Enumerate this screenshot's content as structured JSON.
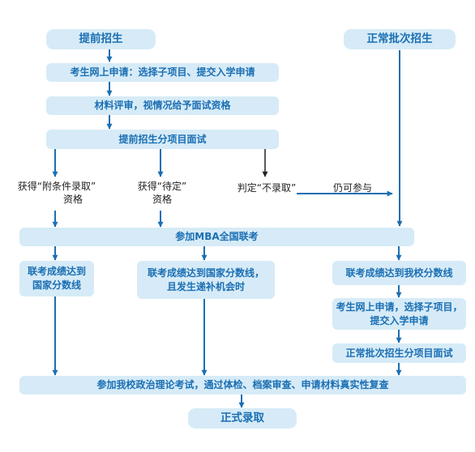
{
  "flow": {
    "advance_admission": "提前招生",
    "regular_batch_admission": "正常批次招生",
    "online_application_left": "考生网上申请：选择子项目、提交入学申请",
    "material_review": "材料评审，视情况给予面试资格",
    "advance_interview": "提前招生分项目面试",
    "outcome_conditional": [
      "获得“附条件录取”",
      "资格"
    ],
    "outcome_pending": [
      "获得“待定”",
      "资格"
    ],
    "outcome_rejected": "判定“不录取”",
    "still_can_participate": "仍可参与",
    "national_exam": "参加MBA全国联考",
    "national_line_left": [
      "联考成绩达到",
      "国家分数线"
    ],
    "national_line_middle": [
      "联考成绩达到国家分数线，",
      "且发生递补机会时"
    ],
    "school_line_right": "联考成绩达到我校分数线",
    "online_application_right": [
      "考生网上申请，选择子项目，",
      "提交入学申请"
    ],
    "regular_interview": "正常批次招生分项目面试",
    "final_checks": "参加我校政治理论考试，通过体检、档案审查、申请材料真实性复查",
    "final_admission": "正式录取"
  },
  "colors": {
    "box_fill": "#d6ebf7",
    "box_text": "#1b6fb3",
    "arrow_blue": "#1b6fb3",
    "label_text": "#222222"
  }
}
